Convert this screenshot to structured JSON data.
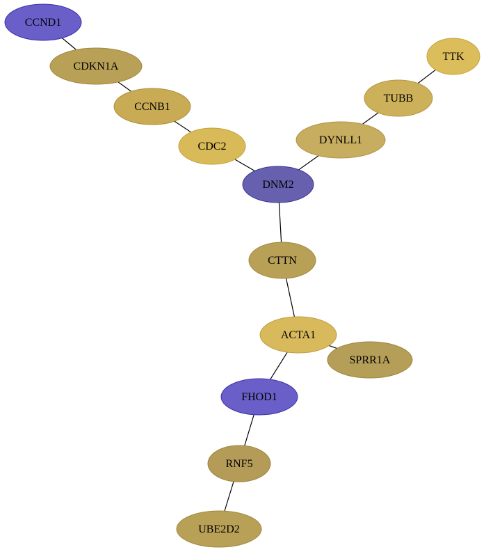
{
  "graph": {
    "nodes": [
      {
        "id": "CCND1",
        "label": "CCND1",
        "fill": "#6a5fc8",
        "stroke": "#3b31a8"
      },
      {
        "id": "CDKN1A",
        "label": "CDKN1A",
        "fill": "#b8a057",
        "stroke": "#a08a3e"
      },
      {
        "id": "CCNB1",
        "label": "CCNB1",
        "fill": "#c9aa55",
        "stroke": "#b0913b"
      },
      {
        "id": "CDC2",
        "label": "CDC2",
        "fill": "#d9ba58",
        "stroke": "#c4a03b"
      },
      {
        "id": "DNM2",
        "label": "DNM2",
        "fill": "#6660ae",
        "stroke": "#3d3791"
      },
      {
        "id": "DYNLL1",
        "label": "DYNLL1",
        "fill": "#c7ad5f",
        "stroke": "#ad9344"
      },
      {
        "id": "TUBB",
        "label": "TUBB",
        "fill": "#cdb05a",
        "stroke": "#b4963f"
      },
      {
        "id": "TTK",
        "label": "TTK",
        "fill": "#dcbd5b",
        "stroke": "#c7a23e"
      },
      {
        "id": "CTTN",
        "label": "CTTN",
        "fill": "#b8a057",
        "stroke": "#a08a3e"
      },
      {
        "id": "ACTA1",
        "label": "ACTA1",
        "fill": "#d8b95c",
        "stroke": "#c29e40"
      },
      {
        "id": "SPRR1A",
        "label": "SPRR1A",
        "fill": "#b59e58",
        "stroke": "#9c863f"
      },
      {
        "id": "FHOD1",
        "label": "FHOD1",
        "fill": "#6a5fc8",
        "stroke": "#3b31a8"
      },
      {
        "id": "RNF5",
        "label": "RNF5",
        "fill": "#b49c58",
        "stroke": "#9a843f"
      },
      {
        "id": "UBE2D2",
        "label": "UBE2D2",
        "fill": "#b8a057",
        "stroke": "#a08a3e"
      }
    ],
    "edges": [
      [
        "CCND1",
        "CDKN1A"
      ],
      [
        "CDKN1A",
        "CCNB1"
      ],
      [
        "CCNB1",
        "CDC2"
      ],
      [
        "CDC2",
        "DNM2"
      ],
      [
        "DNM2",
        "DYNLL1"
      ],
      [
        "DYNLL1",
        "TUBB"
      ],
      [
        "TUBB",
        "TTK"
      ],
      [
        "DNM2",
        "CTTN"
      ],
      [
        "CTTN",
        "ACTA1"
      ],
      [
        "ACTA1",
        "SPRR1A"
      ],
      [
        "ACTA1",
        "FHOD1"
      ],
      [
        "FHOD1",
        "RNF5"
      ],
      [
        "RNF5",
        "UBE2D2"
      ]
    ]
  }
}
